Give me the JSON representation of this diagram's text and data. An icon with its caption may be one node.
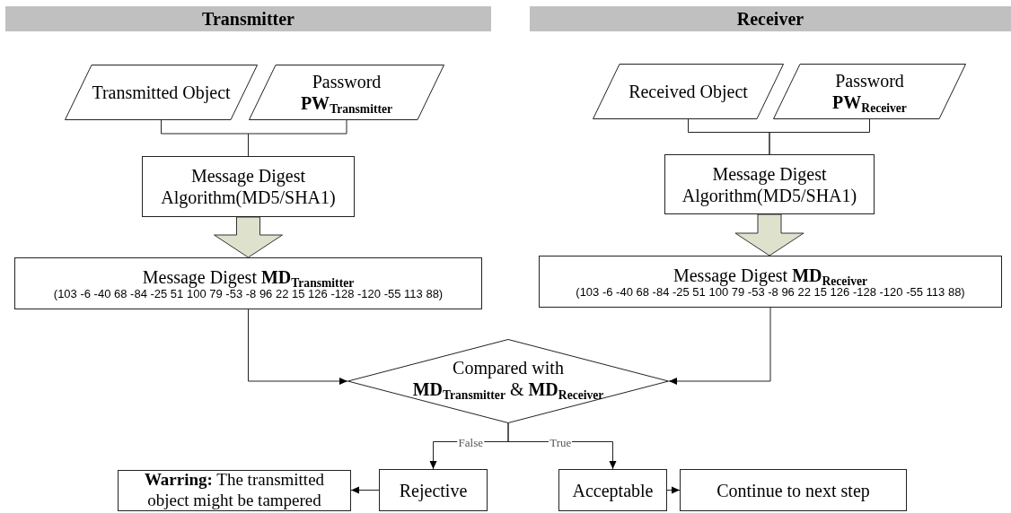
{
  "diagram": {
    "nodes": [
      {
        "text": [
          "Transmitter"
        ]
      },
      {
        "text": [
          "Receiver"
        ]
      },
      {
        "text": [
          "Transmitted Object"
        ]
      },
      {
        "text": [
          "Password",
          "**PW**$_{Transmitter}$"
        ]
      },
      {
        "text": [
          "Message Digest Algorithm(MD5/SHA1)"
        ]
      },
      {
        "text": [
          "Message Digest  **MD**$_{Transmitter}$",
          "(103 -6 -40 68 -84 -25 51 100 79 -53 -8 96 22 15 126 -128 -120 -55 113 88)"
        ]
      },
      {
        "text": [
          "Received Object"
        ]
      },
      {
        "text": [
          "Password",
          "**PW**$_{Receiver}$"
        ]
      },
      {
        "text": [
          "Message Digest Algorithm(MD5/SHA1)"
        ]
      },
      {
        "text": [
          "Message Digest  **MD**$_{Receiver}$",
          "(103 -6 -40 68 -84 -25 51 100 79 -53 -8 96 22 15 126 -128 -120 -55 113 88)"
        ]
      },
      {
        "text": [
          "Compared with",
          "**MD**$_{Transmitter}$ & **MD**$_{Receiver}$"
        ]
      },
      {
        "text": [
          "**Warring:** The transmitted object might be tampered"
        ]
      },
      {
        "text": [
          "Rejective"
        ]
      },
      {
        "text": [
          "Acceptable"
        ]
      },
      {
        "text": [
          "Continue to next step"
        ]
      }
    ],
    "edges": [
      {
        "from": 2,
        "to": 4,
        "arrow": "none"
      },
      {
        "from": 3,
        "to": 4,
        "arrow": "none"
      },
      {
        "from": 4,
        "to": 5,
        "arrow": "to",
        "style": "thick",
        "color": "#dee2cd"
      },
      {
        "from": 6,
        "to": 8,
        "arrow": "none"
      },
      {
        "from": 7,
        "to": 8,
        "arrow": "none"
      },
      {
        "from": 8,
        "to": 9,
        "arrow": "to",
        "style": "thick",
        "color": "#dee2cd"
      },
      {
        "from": 5,
        "to": 10,
        "arrow": "to"
      },
      {
        "from": 9,
        "to": 10,
        "arrow": "to"
      },
      {
        "from": 10,
        "to": 12,
        "arrow": "to",
        "label": "False"
      },
      {
        "from": 10,
        "to": 13,
        "arrow": "to",
        "label": "True"
      },
      {
        "from": 12,
        "to": 11,
        "arrow": "to"
      },
      {
        "from": 13,
        "to": 14,
        "arrow": "to"
      }
    ]
  }
}
